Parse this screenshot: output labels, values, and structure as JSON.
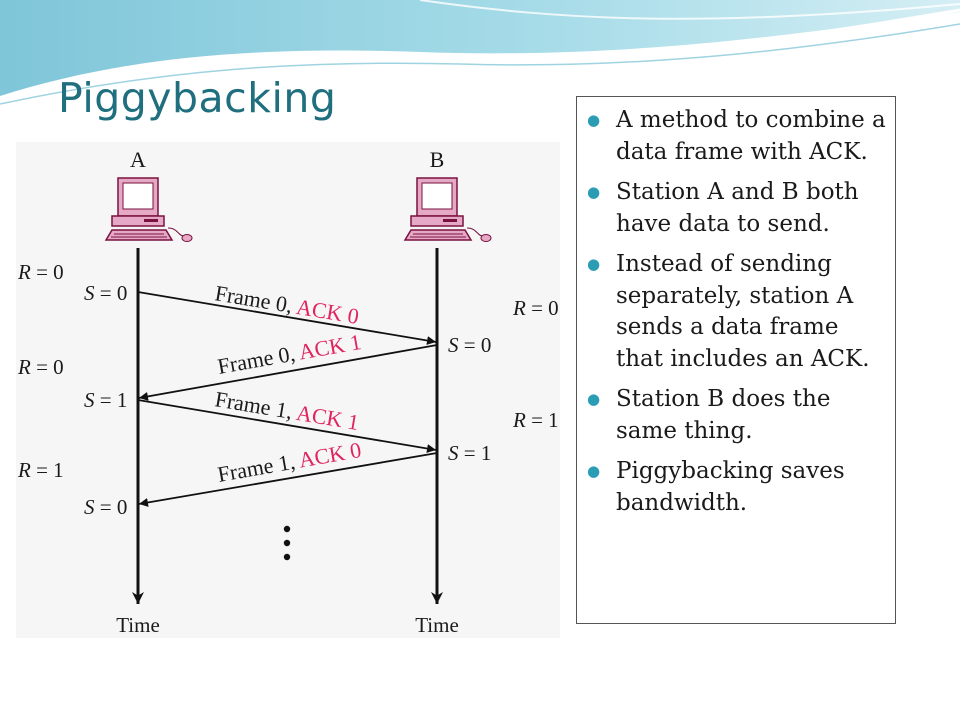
{
  "slide": {
    "title": "Piggybacking",
    "bullets": [
      "A method to combine a data frame with ACK.",
      "Station A and B both have data to send.",
      "Instead of sending separately, station A sends a data frame that includes an ACK.",
      "Station B does the same thing.",
      "Piggybacking saves bandwidth."
    ]
  },
  "diagram": {
    "station_a": "A",
    "station_b": "B",
    "time_label_a": "Time",
    "time_label_b": "Time",
    "a_labels": [
      {
        "var": "R",
        "value": "0"
      },
      {
        "var": "S",
        "value": "0"
      },
      {
        "var": "R",
        "value": "0"
      },
      {
        "var": "S",
        "value": "1"
      },
      {
        "var": "R",
        "value": "1"
      },
      {
        "var": "S",
        "value": "0"
      }
    ],
    "b_labels": [
      {
        "var": "R",
        "value": "0"
      },
      {
        "var": "S",
        "value": "0"
      },
      {
        "var": "R",
        "value": "1"
      },
      {
        "var": "S",
        "value": "1"
      }
    ],
    "frames": [
      {
        "frame": "Frame 0,",
        "ack": "ACK 0"
      },
      {
        "frame": "Frame 0,",
        "ack": "ACK 1"
      },
      {
        "frame": "Frame 1,",
        "ack": "ACK 1"
      },
      {
        "frame": "Frame 1,",
        "ack": "ACK 0"
      }
    ],
    "colors": {
      "ack": "#e0245e",
      "title": "#1f6f7e",
      "bullet": "#2a9db5",
      "computer": "#c2185b"
    }
  }
}
